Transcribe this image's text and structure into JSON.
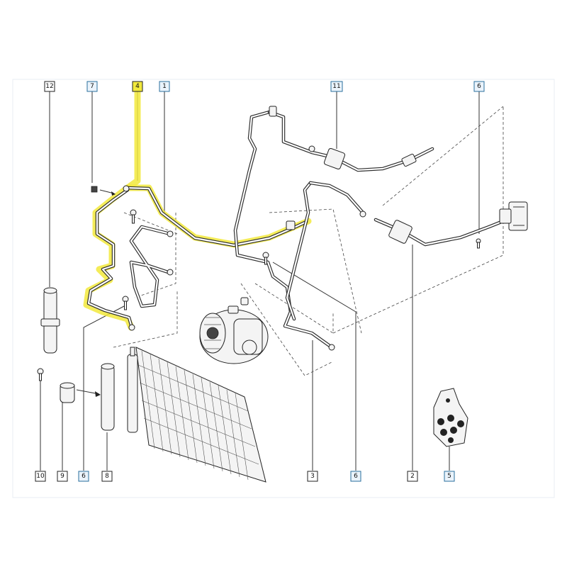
{
  "diagram": {
    "callouts": [
      {
        "id": "c12",
        "label": "12",
        "highlight": false
      },
      {
        "id": "c7",
        "label": "7",
        "highlight": true
      },
      {
        "id": "c4",
        "label": "4",
        "highlight": true
      },
      {
        "id": "c1",
        "label": "1",
        "highlight": true
      },
      {
        "id": "c11",
        "label": "11",
        "highlight": true
      },
      {
        "id": "c6t",
        "label": "6",
        "highlight": true
      },
      {
        "id": "c10",
        "label": "10",
        "highlight": false
      },
      {
        "id": "c9",
        "label": "9",
        "highlight": false
      },
      {
        "id": "c6b",
        "label": "6",
        "highlight": true
      },
      {
        "id": "c8",
        "label": "8",
        "highlight": false
      },
      {
        "id": "c3",
        "label": "3",
        "highlight": false
      },
      {
        "id": "c6m",
        "label": "6",
        "highlight": true
      },
      {
        "id": "c2",
        "label": "2",
        "highlight": false
      },
      {
        "id": "c5",
        "label": "5",
        "highlight": true
      }
    ],
    "highlight_color": "#f2e93c",
    "accent_color": "#2a6f9e",
    "parts_icons": [
      "receiver-drier",
      "condenser",
      "compressor",
      "hose",
      "bolt",
      "bracket",
      "seal-kit"
    ]
  }
}
